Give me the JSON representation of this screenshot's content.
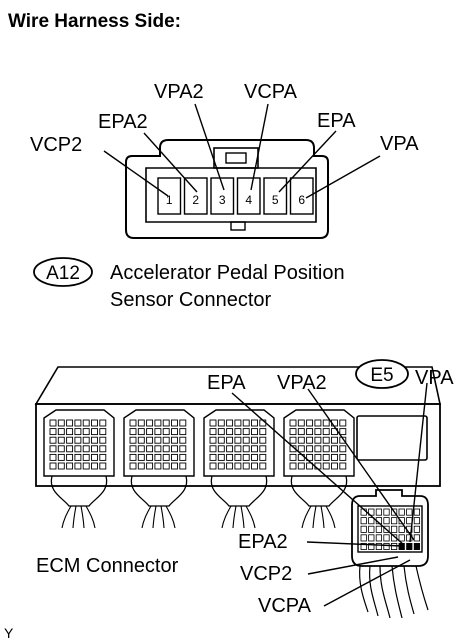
{
  "heading": "Wire Harness Side:",
  "connector_a12": {
    "id_badge": "A12",
    "caption_line1": "Accelerator Pedal Position",
    "caption_line2": "Sensor Connector",
    "pin_numbers": [
      "1",
      "2",
      "3",
      "4",
      "5",
      "6"
    ],
    "pin_labels": {
      "vcp2": "VCP2",
      "epa2": "EPA2",
      "vpa2": "VPA2",
      "vcpa": "VCPA",
      "epa": "EPA",
      "vpa": "VPA"
    }
  },
  "connector_e5": {
    "id_badge": "E5",
    "caption": "ECM Connector",
    "pin_labels": {
      "vpa": "VPA",
      "epa": "EPA",
      "vpa2": "VPA2",
      "epa2": "EPA2",
      "vcp2": "VCP2",
      "vcpa": "VCPA"
    }
  },
  "corner_mark": "Y"
}
